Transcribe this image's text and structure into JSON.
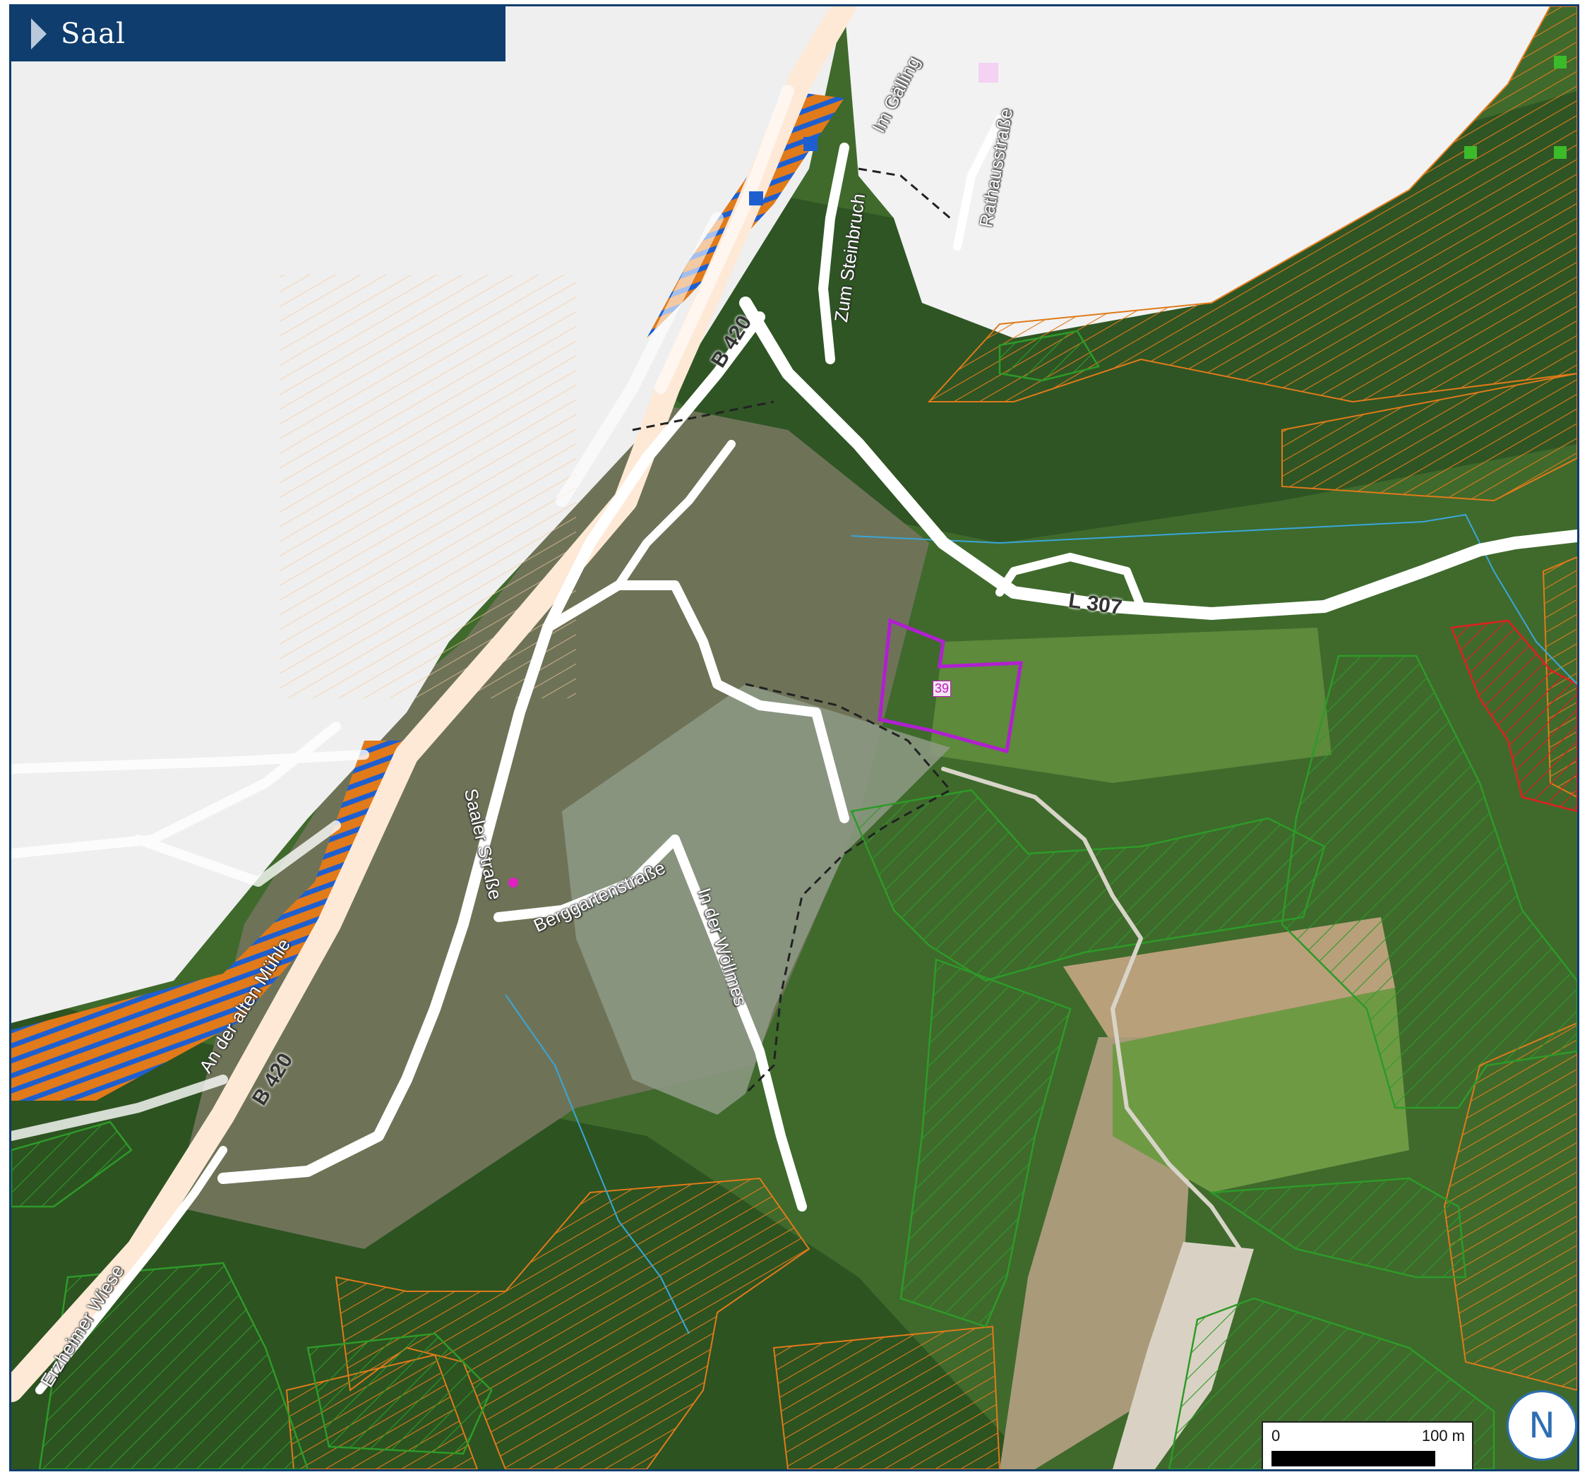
{
  "title": "Saal",
  "colors": {
    "frame": "#0e3d6e",
    "parcel_outline": "#b020d0",
    "forest_hatch": "#e07a1a",
    "meadow_hatch": "#2e9a28",
    "biotope_hatch": "#e02020",
    "blue_hatch": "#1e5fd0",
    "road": "#ffffff",
    "federal_road": "#fde9d6"
  },
  "streets": {
    "b420_north": "B 420",
    "b420_south": "B 420",
    "l307": "L 307",
    "im_galling": "Im Gälling",
    "rathausstrasse": "Rathausstraße",
    "zum_steinbruch": "Zum Steinbruch",
    "saaler_strasse": "Saaler Straße",
    "berggartenstrasse": "Berggartenstraße",
    "in_der_wollmes": "In der Wöllmes",
    "an_der_alten_muhle": "An der alten Mühle",
    "erzheimer_wiese": "Erzheimer Wiese"
  },
  "parcel": {
    "label": "39"
  },
  "scale": {
    "start": "0",
    "end": "100 m"
  },
  "north_arrow": {
    "letter": "N",
    "icon": "north-arrow-icon"
  }
}
